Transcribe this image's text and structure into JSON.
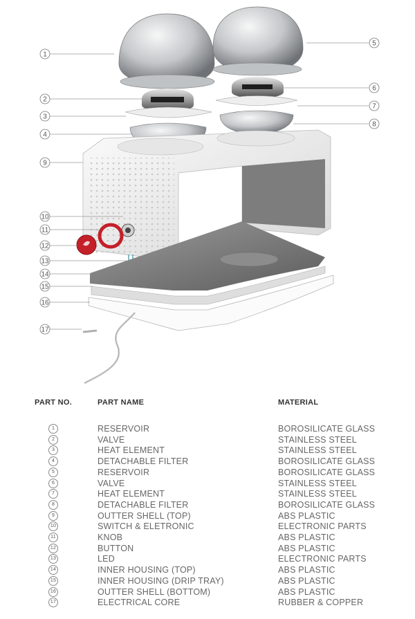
{
  "callouts": [
    "1",
    "2",
    "3",
    "4",
    "5",
    "6",
    "7",
    "8",
    "9",
    "10",
    "11",
    "12",
    "13",
    "14",
    "15",
    "16",
    "17"
  ],
  "table": {
    "headers": {
      "part_no": "PART NO.",
      "part_name": "PART NAME",
      "material": "MATERIAL"
    },
    "rows": [
      {
        "no": "1",
        "name": "RESERVOIR",
        "material": "BOROSILICATE GLASS"
      },
      {
        "no": "2",
        "name": "VALVE",
        "material": "STAINLESS STEEL"
      },
      {
        "no": "3",
        "name": "HEAT ELEMENT",
        "material": "STAINLESS STEEL"
      },
      {
        "no": "4",
        "name": "DETACHABLE FILTER",
        "material": "BOROSILICATE GLASS"
      },
      {
        "no": "5",
        "name": "RESERVOIR",
        "material": "BOROSILICATE GLASS"
      },
      {
        "no": "6",
        "name": "VALVE",
        "material": "STAINLESS STEEL"
      },
      {
        "no": "7",
        "name": "HEAT ELEMENT",
        "material": "STAINLESS STEEL"
      },
      {
        "no": "8",
        "name": "DETACHABLE FILTER",
        "material": "BOROSILICATE GLASS"
      },
      {
        "no": "9",
        "name": "OUTTER SHELL (TOP)",
        "material": "ABS PLASTIC"
      },
      {
        "no": "10",
        "name": "SWITCH & ELETRONIC",
        "material": "ELECTRONIC PARTS"
      },
      {
        "no": "11",
        "name": "KNOB",
        "material": "ABS PLASTIC"
      },
      {
        "no": "12",
        "name": "BUTTON",
        "material": "ABS PLASTIC"
      },
      {
        "no": "13",
        "name": "LED",
        "material": "ELECTRONIC PARTS"
      },
      {
        "no": "14",
        "name": "INNER HOUSING (TOP)",
        "material": "ABS PLASTIC"
      },
      {
        "no": "15",
        "name": "INNER HOUSING (DRIP TRAY)",
        "material": "ABS PLASTIC"
      },
      {
        "no": "16",
        "name": "OUTTER SHELL (BOTTOM)",
        "material": "ABS PLASTIC"
      },
      {
        "no": "17",
        "name": "ELECTRICAL CORE",
        "material": "RUBBER & COPPER"
      }
    ]
  },
  "colors": {
    "accent_red": "#c4202a",
    "glass": "#b9bcc0",
    "shell": "#f2f2f2",
    "inner": "#8a8a8a"
  }
}
